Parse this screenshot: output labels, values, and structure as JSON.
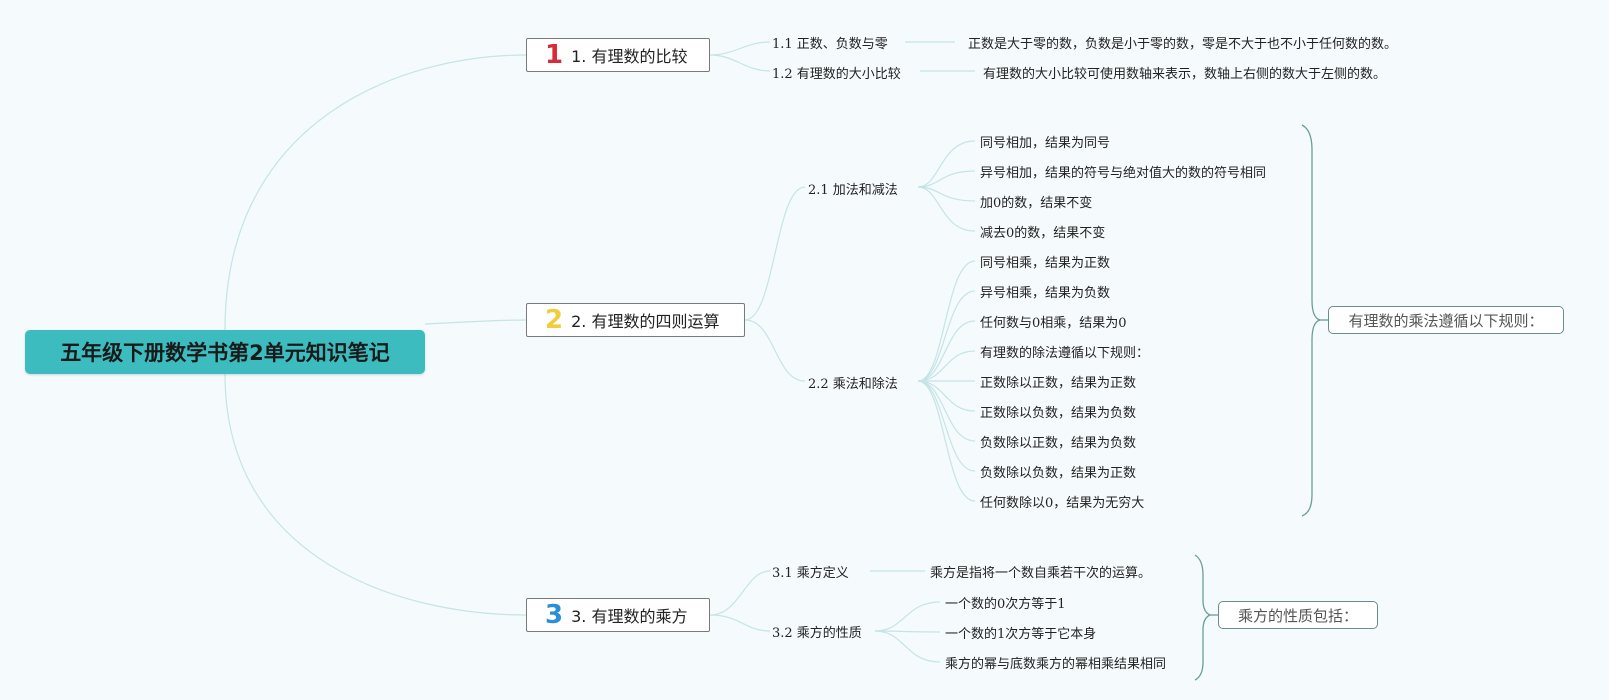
{
  "root": "五年级下册数学书第2单元知识笔记",
  "branches": [
    {
      "number": "1",
      "title": "1. 有理数的比较",
      "children": [
        {
          "label": "1.1 正数、负数与零",
          "items": [
            "正数是大于零的数，负数是小于零的数，零是不大于也不小于任何数的数。"
          ]
        },
        {
          "label": "1.2 有理数的大小比较",
          "items": [
            "有理数的大小比较可使用数轴来表示，数轴上右侧的数大于左侧的数。"
          ]
        }
      ]
    },
    {
      "number": "2",
      "title": "2. 有理数的四则运算",
      "children": [
        {
          "label": "2.1 加法和减法",
          "items": [
            "同号相加，结果为同号",
            "异号相加，结果的符号与绝对值大的数的符号相同",
            "加0的数，结果不变",
            "减去0的数，结果不变"
          ]
        },
        {
          "label": "2.2 乘法和除法",
          "items": [
            "同号相乘，结果为正数",
            "异号相乘，结果为负数",
            "任何数与0相乘，结果为0",
            "有理数的除法遵循以下规则：",
            "正数除以正数，结果为正数",
            "正数除以负数，结果为负数",
            "负数除以正数，结果为负数",
            "负数除以负数，结果为正数",
            "任何数除以0，结果为无穷大"
          ]
        }
      ],
      "summary": "有理数的乘法遵循以下规则："
    },
    {
      "number": "3",
      "title": "3. 有理数的乘方",
      "children": [
        {
          "label": "3.1 乘方定义",
          "items": [
            "乘方是指将一个数自乘若干次的运算。"
          ]
        },
        {
          "label": "3.2 乘方的性质",
          "items": [
            "一个数的0次方等于1",
            "一个数的1次方等于它本身",
            "乘方的幂与底数乘方的幂相乘结果相同"
          ]
        }
      ],
      "summary": "乘方的性质包括："
    }
  ],
  "colors": {
    "root_bg": "#3cbcbf",
    "line": "#c5e4e6",
    "brace": "#6a9e96"
  }
}
